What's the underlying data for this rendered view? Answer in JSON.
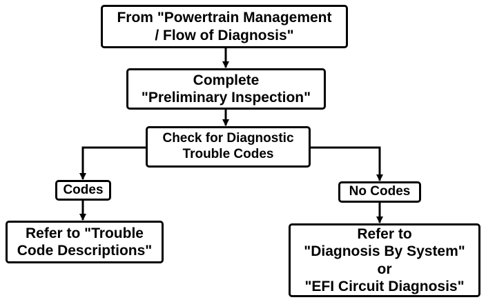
{
  "nodes": {
    "start": {
      "line1": "From \"Powertrain Management",
      "line2": "/ Flow of Diagnosis\""
    },
    "prelim": {
      "line1": "Complete",
      "line2": "\"Preliminary Inspection\""
    },
    "check": {
      "line1": "Check for Diagnostic",
      "line2": "Trouble Codes"
    },
    "codes": {
      "label": "Codes"
    },
    "no_codes": {
      "label": "No Codes"
    },
    "trouble": {
      "line1": "Refer to \"Trouble",
      "line2": "Code Descriptions\""
    },
    "system": {
      "line1": "Refer to",
      "line2": "\"Diagnosis By System\"",
      "line3": "or",
      "line4": "\"EFI Circuit Diagnosis\""
    }
  },
  "colors": {
    "stroke": "#000000",
    "background": "#ffffff"
  }
}
